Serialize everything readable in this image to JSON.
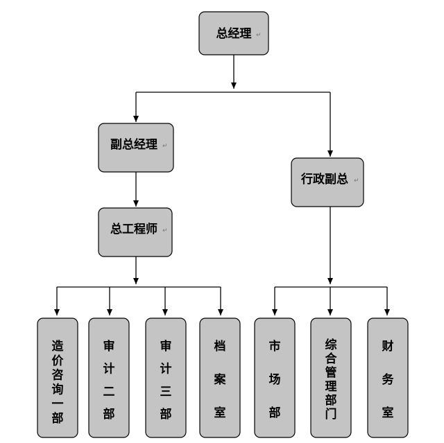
{
  "nodes": {
    "gm": {
      "label": "总经理"
    },
    "deputy_gm": {
      "label": "副总经理"
    },
    "admin_deputy": {
      "label": "行政副总"
    },
    "chief_engineer": {
      "label": "总工程师"
    },
    "consult_1": {
      "label": "造价咨询一部"
    },
    "audit_2": {
      "label": "审计二部"
    },
    "audit_3": {
      "label": "审计三部"
    },
    "archives": {
      "label": "档案室"
    },
    "marketing": {
      "label": "市场部"
    },
    "general_mgmt": {
      "label": "综合管理部门"
    },
    "finance": {
      "label": "财务室"
    }
  },
  "edges": [
    {
      "from": "gm",
      "to": "deputy_gm"
    },
    {
      "from": "gm",
      "to": "admin_deputy"
    },
    {
      "from": "deputy_gm",
      "to": "chief_engineer"
    },
    {
      "from": "chief_engineer",
      "to": "consult_1"
    },
    {
      "from": "chief_engineer",
      "to": "audit_2"
    },
    {
      "from": "chief_engineer",
      "to": "audit_3"
    },
    {
      "from": "chief_engineer",
      "to": "archives"
    },
    {
      "from": "admin_deputy",
      "to": "marketing"
    },
    {
      "from": "admin_deputy",
      "to": "general_mgmt"
    },
    {
      "from": "admin_deputy",
      "to": "finance"
    }
  ],
  "colors": {
    "box_fill": "#c4c4c4",
    "box_stroke": "#000000",
    "line": "#000000",
    "text": "#000000"
  }
}
